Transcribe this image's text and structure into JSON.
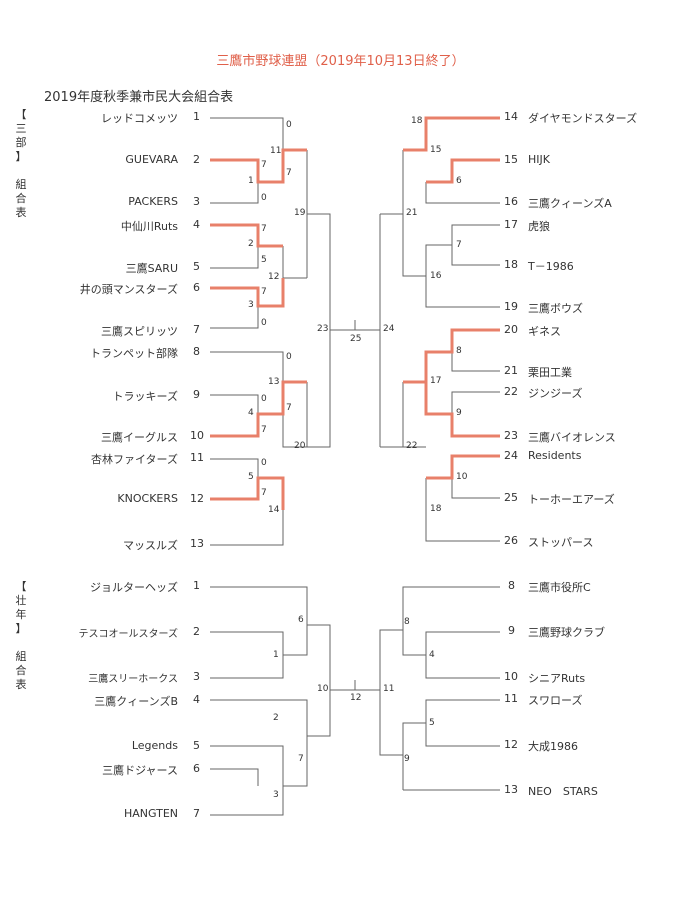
{
  "title": "三鷹市野球連盟（2019年10月13日終了）",
  "subtitle": "2019年度秋季兼市民大会組合表",
  "sections": {
    "sanbu_label": "【三部】組合表",
    "sonen_label": "【壮年】組合表"
  },
  "sanbu_left": [
    {
      "name": "レッドコメッツ",
      "seed": "1"
    },
    {
      "name": "GUEVARA",
      "seed": "2"
    },
    {
      "name": "PACKERS",
      "seed": "3"
    },
    {
      "name": "中仙川Ruts",
      "seed": "4"
    },
    {
      "name": "三鷹SARU",
      "seed": "5"
    },
    {
      "name": "井の頭マンスターズ",
      "seed": "6"
    },
    {
      "name": "三鷹スピリッツ",
      "seed": "7"
    },
    {
      "name": "トランペット部隊",
      "seed": "8"
    },
    {
      "name": "トラッキーズ",
      "seed": "9"
    },
    {
      "name": "三鷹イーグルス",
      "seed": "10"
    },
    {
      "name": "杏林ファイターズ",
      "seed": "11"
    },
    {
      "name": "KNOCKERS",
      "seed": "12"
    },
    {
      "name": "マッスルズ",
      "seed": "13"
    }
  ],
  "sanbu_right": [
    {
      "name": "ダイヤモンドスターズ",
      "seed": "14"
    },
    {
      "name": "HIJK",
      "seed": "15"
    },
    {
      "name": "三鷹クィーンズA",
      "seed": "16"
    },
    {
      "name": "虎狼",
      "seed": "17"
    },
    {
      "name": "T－1986",
      "seed": "18"
    },
    {
      "name": "三鷹ボウズ",
      "seed": "19"
    },
    {
      "name": "ギネス",
      "seed": "20"
    },
    {
      "name": "栗田工業",
      "seed": "21"
    },
    {
      "name": "ジンジーズ",
      "seed": "22"
    },
    {
      "name": "三鷹バイオレンス",
      "seed": "23"
    },
    {
      "name": "Residents",
      "seed": "24"
    },
    {
      "name": "トーホーエアーズ",
      "seed": "25"
    },
    {
      "name": "ストッパース",
      "seed": "26"
    }
  ],
  "sonen_left": [
    {
      "name": "ジョルターヘッズ",
      "seed": "1"
    },
    {
      "name": "テスコオールスターズ",
      "seed": "2"
    },
    {
      "name": "三鷹スリーホークス",
      "seed": "3"
    },
    {
      "name": "三鷹クィーンズB",
      "seed": "4"
    },
    {
      "name": "Legends",
      "seed": "5"
    },
    {
      "name": "三鷹ドジャース",
      "seed": "6"
    },
    {
      "name": "HANGTEN",
      "seed": "7"
    }
  ],
  "sonen_right": [
    {
      "name": "三鷹市役所C",
      "seed": "8"
    },
    {
      "name": "三鷹野球クラブ",
      "seed": "9"
    },
    {
      "name": "シニアRuts",
      "seed": "10"
    },
    {
      "name": "スワローズ",
      "seed": "11"
    },
    {
      "name": "大成1986",
      "seed": "12"
    },
    {
      "name": "NEO　STARS",
      "seed": "13"
    }
  ],
  "games": {
    "g1": "1",
    "g2": "2",
    "g3": "3",
    "g4": "4",
    "g5": "5",
    "g6": "6",
    "g7": "7",
    "g8": "8",
    "g9": "9",
    "g10": "10",
    "g11": "11",
    "g12": "12",
    "g13": "13",
    "g14": "14",
    "g15": "15",
    "g16": "16",
    "g17": "17",
    "g18": "18",
    "g19": "19",
    "g20": "20",
    "g21": "21",
    "g22": "22",
    "g23": "23",
    "g24": "24",
    "g25": "25",
    "k1": "1",
    "k2": "2",
    "k3": "3",
    "k4": "4",
    "k5": "5",
    "k6": "6",
    "k7": "7",
    "k8": "8",
    "k9": "9",
    "k10": "10",
    "k11": "11",
    "k12": "12"
  },
  "scores": {
    "s11a": "0",
    "s11b": "7",
    "s1a": "1",
    "s1b": "0",
    "s2a": "7",
    "s2b": "5",
    "s3a": "7",
    "s3b": "0",
    "s13a": "0",
    "s13b": "7",
    "s4a": "0",
    "s4b": "7",
    "s5a": "0",
    "s5b": "7",
    "s18a": "18",
    "s18b": "0",
    "s15a": "15",
    "s4r_a": "4",
    "s4r_b": "1",
    "s6r": "6",
    "s6ra": "0",
    "s8a": "7",
    "s8b": "0",
    "s2r_a": "2",
    "s2r_b": "7",
    "s9": "9",
    "s4x": "4",
    "s3x": "3",
    "s13r_a": "13",
    "s13r_b": "4",
    "s10": "10",
    "s17a": "17",
    "s7r": "7",
    "s16": "16"
  },
  "colors": {
    "winner": "#e8806a",
    "line": "#666666",
    "title": "#e0604a"
  }
}
